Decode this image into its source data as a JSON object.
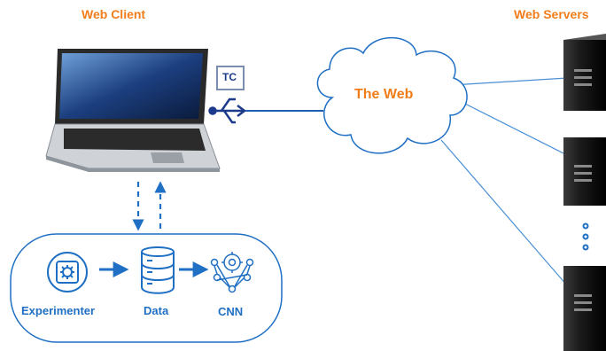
{
  "labels": {
    "web_client": "Web Client",
    "web_servers": "Web Servers",
    "the_web": "The Web",
    "tc": "TC",
    "experimenter": "Experimenter",
    "data": "Data",
    "cnn": "CNN"
  },
  "colors": {
    "accent_orange": "#f07d1a",
    "accent_blue": "#1f6fc4",
    "navy": "#1c3a8c",
    "line_blue": "#4a8fd6"
  },
  "icons": [
    "laptop-icon",
    "usb-icon",
    "cloud-icon",
    "server-icon",
    "gear-icon",
    "database-icon",
    "neural-network-icon"
  ]
}
